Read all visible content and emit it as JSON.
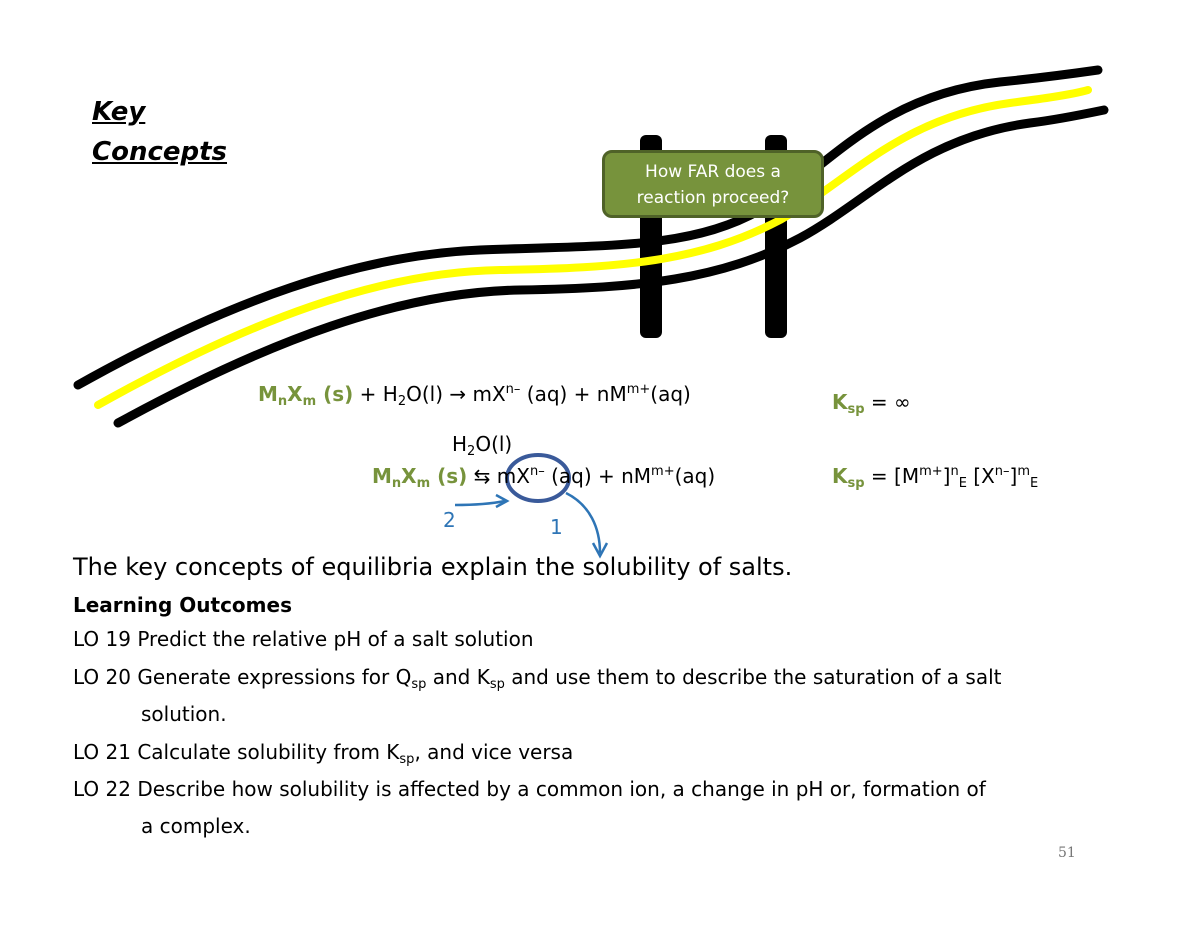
{
  "title": {
    "line1": "Key",
    "line2": "Concepts"
  },
  "sign": {
    "line1": "How FAR does a",
    "line2": "reaction proceed?"
  },
  "equation1": {
    "reactant_M": "M",
    "reactant_n": "n",
    "reactant_X": "X",
    "reactant_m": "m",
    "reactant_state": " (s)",
    "plus_water": "  +  H",
    "water_sub": "2",
    "water_rest": "O(l)  →  mX",
    "anion_charge": "n–",
    "products_rest": " (aq) + nM",
    "cation_charge": "m+",
    "products_end": "(aq)"
  },
  "ksp1": {
    "K": "K",
    "sub": "sp",
    "rest": "  =  ∞"
  },
  "solvent_label": {
    "H": "H",
    "sub": "2",
    "rest": "O(l)"
  },
  "equation2": {
    "reactant_M": "M",
    "reactant_n": "n",
    "reactant_X": "X",
    "reactant_m": "m",
    "reactant_state": " (s)",
    "arrow": " ⇆ ",
    "product_start": "mX",
    "anion_charge": "n–",
    "products_rest": " (aq) + nM",
    "cation_charge": "m+",
    "products_end": "(aq)"
  },
  "ksp2": {
    "K": "K",
    "sub": "sp",
    "eq": "  =  [M",
    "cation_charge": "m+",
    "close1": "]",
    "n_sup": "n",
    "E1": "E",
    "open2": " [X",
    "anion_charge": "n–",
    "close2": "]",
    "m": "m",
    "E2": "E"
  },
  "annotations": {
    "label2": "2",
    "label1": "1"
  },
  "statement": "The key concepts of equilibria explain the solubility of salts.",
  "outcomes": {
    "heading": "Learning Outcomes",
    "lo19": "LO 19 Predict the relative pH of a salt solution",
    "lo20_a": "LO 20 Generate expressions for Q",
    "lo20_sp1": "sp",
    "lo20_b": " and K",
    "lo20_sp2": "sp",
    "lo20_c": " and use them to describe the saturation of a salt",
    "lo20_cont": "solution.",
    "lo21_a": "LO 21 Calculate solubility from K",
    "lo21_sp": "sp",
    "lo21_b": ", and vice versa",
    "lo22": "LO 22 Describe how solubility is affected by a common ion, a change in pH or, formation of",
    "lo22_cont": "a complex."
  },
  "page_number": "51",
  "colors": {
    "green": "#77933c",
    "yellow": "#ffff00",
    "blue": "#2e75b6",
    "circle": "#3a5a9a"
  }
}
